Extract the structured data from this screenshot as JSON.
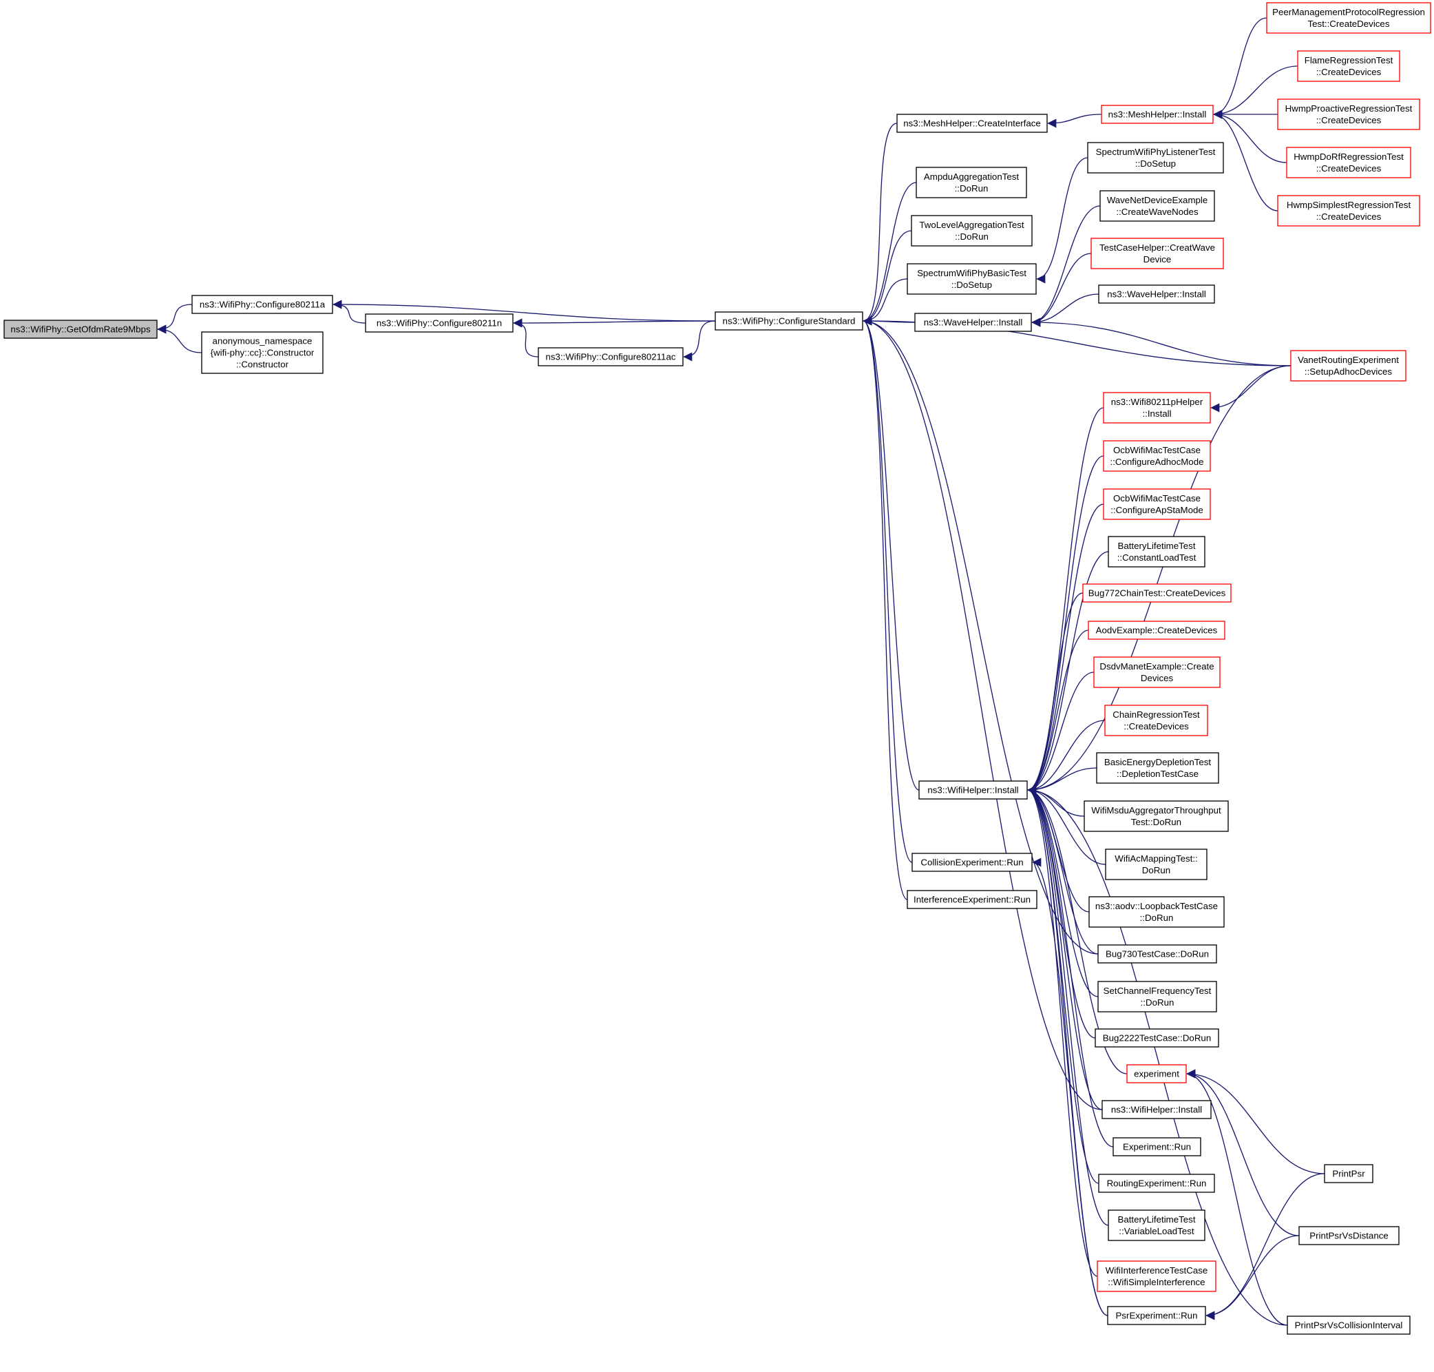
{
  "graph": {
    "edge_color": "#191970",
    "node_border_default": "#000000",
    "node_border_truncated": "#ff0000",
    "root_fill": "#bfbfbf",
    "nodes": {
      "root": {
        "lines": [
          "ns3::WifiPhy::GetOfdmRate9Mbps"
        ],
        "style": "root"
      },
      "c80211a": {
        "lines": [
          "ns3::WifiPhy::Configure80211a"
        ],
        "style": "normal"
      },
      "anon": {
        "lines": [
          "anonymous_namespace",
          "{wifi-phy::cc}::Constructor",
          "::Constructor"
        ],
        "style": "normal"
      },
      "c80211n": {
        "lines": [
          "ns3::WifiPhy::Configure80211n"
        ],
        "style": "normal"
      },
      "c80211ac": {
        "lines": [
          "ns3::WifiPhy::Configure80211ac"
        ],
        "style": "normal"
      },
      "cstd": {
        "lines": [
          "ns3::WifiPhy::ConfigureStandard"
        ],
        "style": "normal"
      },
      "meshci": {
        "lines": [
          "ns3::MeshHelper::CreateInterface"
        ],
        "style": "normal"
      },
      "ampdu": {
        "lines": [
          "AmpduAggregationTest",
          "::DoRun"
        ],
        "style": "normal"
      },
      "twolevel": {
        "lines": [
          "TwoLevelAggregationTest",
          "::DoRun"
        ],
        "style": "normal"
      },
      "spbasic": {
        "lines": [
          "SpectrumWifiPhyBasicTest",
          "::DoSetup"
        ],
        "style": "normal"
      },
      "waveinst": {
        "lines": [
          "ns3::WaveHelper::Install"
        ],
        "style": "normal"
      },
      "wifiinst": {
        "lines": [
          "ns3::WifiHelper::Install"
        ],
        "style": "normal"
      },
      "collexp": {
        "lines": [
          "CollisionExperiment::Run"
        ],
        "style": "normal"
      },
      "interexp": {
        "lines": [
          "InterferenceExperiment::Run"
        ],
        "style": "normal"
      },
      "meshinst": {
        "lines": [
          "ns3::MeshHelper::Install"
        ],
        "style": "truncated"
      },
      "splistener": {
        "lines": [
          "SpectrumWifiPhyListenerTest",
          "::DoSetup"
        ],
        "style": "normal"
      },
      "wavenet": {
        "lines": [
          "WaveNetDeviceExample",
          "::CreateWaveNodes"
        ],
        "style": "normal"
      },
      "tchelper": {
        "lines": [
          "TestCaseHelper::CreatWave",
          "Device"
        ],
        "style": "truncated"
      },
      "wavehinst": {
        "lines": [
          "ns3::WaveHelper::Install"
        ],
        "style": "normal"
      },
      "vanet": {
        "lines": [
          "VanetRoutingExperiment",
          "::SetupAdhocDevices"
        ],
        "style": "truncated"
      },
      "w80211p": {
        "lines": [
          "ns3::Wifi80211pHelper",
          "::Install"
        ],
        "style": "truncated"
      },
      "ocbadhoc": {
        "lines": [
          "OcbWifiMacTestCase",
          "::ConfigureAdhocMode"
        ],
        "style": "truncated"
      },
      "ocbapsta": {
        "lines": [
          "OcbWifiMacTestCase",
          "::ConfigureApStaMode"
        ],
        "style": "truncated"
      },
      "batteryconst": {
        "lines": [
          "BatteryLifetimeTest",
          "::ConstantLoadTest"
        ],
        "style": "normal"
      },
      "bug772": {
        "lines": [
          "Bug772ChainTest::CreateDevices"
        ],
        "style": "truncated"
      },
      "aodvex": {
        "lines": [
          "AodvExample::CreateDevices"
        ],
        "style": "truncated"
      },
      "dsdv": {
        "lines": [
          "DsdvManetExample::Create",
          "Devices"
        ],
        "style": "truncated"
      },
      "chainreg": {
        "lines": [
          "ChainRegressionTest",
          "::CreateDevices"
        ],
        "style": "truncated"
      },
      "basicenergy": {
        "lines": [
          "BasicEnergyDepletionTest",
          "::DepletionTestCase"
        ],
        "style": "normal"
      },
      "msdu": {
        "lines": [
          "WifiMsduAggregatorThroughput",
          "Test::DoRun"
        ],
        "style": "normal"
      },
      "acmap": {
        "lines": [
          "WifiAcMappingTest::",
          "DoRun"
        ],
        "style": "normal"
      },
      "aodvloop": {
        "lines": [
          "ns3::aodv::LoopbackTestCase",
          "::DoRun"
        ],
        "style": "normal"
      },
      "bug730": {
        "lines": [
          "Bug730TestCase::DoRun"
        ],
        "style": "normal"
      },
      "setchan": {
        "lines": [
          "SetChannelFrequencyTest",
          "::DoRun"
        ],
        "style": "normal"
      },
      "bug2222": {
        "lines": [
          "Bug2222TestCase::DoRun"
        ],
        "style": "normal"
      },
      "experiment": {
        "lines": [
          "experiment"
        ],
        "style": "truncated"
      },
      "wifihinst2": {
        "lines": [
          "ns3::WifiHelper::Install"
        ],
        "style": "normal"
      },
      "exprun": {
        "lines": [
          "Experiment::Run"
        ],
        "style": "normal"
      },
      "routingexp": {
        "lines": [
          "RoutingExperiment::Run"
        ],
        "style": "normal"
      },
      "batteryvar": {
        "lines": [
          "BatteryLifetimeTest",
          "::VariableLoadTest"
        ],
        "style": "normal"
      },
      "wifiinterf": {
        "lines": [
          "WifiInterferenceTestCase",
          "::WifiSimpleInterference"
        ],
        "style": "truncated"
      },
      "psrexp": {
        "lines": [
          "PsrExperiment::Run"
        ],
        "style": "normal"
      },
      "peermgmt": {
        "lines": [
          "PeerManagementProtocolRegression",
          "Test::CreateDevices"
        ],
        "style": "truncated"
      },
      "flame": {
        "lines": [
          "FlameRegressionTest",
          "::CreateDevices"
        ],
        "style": "truncated"
      },
      "hwmppro": {
        "lines": [
          "HwmpProactiveRegressionTest",
          "::CreateDevices"
        ],
        "style": "truncated"
      },
      "hwmpdorf": {
        "lines": [
          "HwmpDoRfRegressionTest",
          "::CreateDevices"
        ],
        "style": "truncated"
      },
      "hwmpsimple": {
        "lines": [
          "HwmpSimplestRegressionTest",
          "::CreateDevices"
        ],
        "style": "truncated"
      },
      "printpsr": {
        "lines": [
          "PrintPsr"
        ],
        "style": "normal"
      },
      "printpsrdist": {
        "lines": [
          "PrintPsrVsDistance"
        ],
        "style": "normal"
      },
      "printpsrcoll": {
        "lines": [
          "PrintPsrVsCollisionInterval"
        ],
        "style": "normal"
      }
    },
    "edges": [
      [
        "c80211a",
        "root"
      ],
      [
        "anon",
        "root"
      ],
      [
        "cstd",
        "c80211a"
      ],
      [
        "c80211n",
        "c80211a"
      ],
      [
        "cstd",
        "c80211n"
      ],
      [
        "c80211ac",
        "c80211n"
      ],
      [
        "cstd",
        "c80211ac"
      ],
      [
        "meshci",
        "cstd"
      ],
      [
        "ampdu",
        "cstd"
      ],
      [
        "twolevel",
        "cstd"
      ],
      [
        "spbasic",
        "cstd"
      ],
      [
        "waveinst",
        "cstd"
      ],
      [
        "wifiinst",
        "cstd"
      ],
      [
        "collexp",
        "cstd"
      ],
      [
        "interexp",
        "cstd"
      ],
      [
        "bug730",
        "cstd"
      ],
      [
        "wifihinst2",
        "cstd"
      ],
      [
        "vanet",
        "cstd"
      ],
      [
        "meshinst",
        "meshci"
      ],
      [
        "splistener",
        "spbasic"
      ],
      [
        "wavenet",
        "waveinst"
      ],
      [
        "tchelper",
        "waveinst"
      ],
      [
        "wavehinst",
        "waveinst"
      ],
      [
        "vanet",
        "waveinst"
      ],
      [
        "peermgmt",
        "meshinst"
      ],
      [
        "flame",
        "meshinst"
      ],
      [
        "hwmppro",
        "meshinst"
      ],
      [
        "hwmpdorf",
        "meshinst"
      ],
      [
        "hwmpsimple",
        "meshinst"
      ],
      [
        "vanet",
        "w80211p"
      ],
      [
        "w80211p",
        "wifiinst"
      ],
      [
        "ocbadhoc",
        "wifiinst"
      ],
      [
        "ocbapsta",
        "wifiinst"
      ],
      [
        "batteryconst",
        "wifiinst"
      ],
      [
        "bug772",
        "wifiinst"
      ],
      [
        "aodvex",
        "wifiinst"
      ],
      [
        "dsdv",
        "wifiinst"
      ],
      [
        "chainreg",
        "wifiinst"
      ],
      [
        "basicenergy",
        "wifiinst"
      ],
      [
        "msdu",
        "wifiinst"
      ],
      [
        "acmap",
        "wifiinst"
      ],
      [
        "aodvloop",
        "wifiinst"
      ],
      [
        "bug730",
        "wifiinst"
      ],
      [
        "setchan",
        "wifiinst"
      ],
      [
        "bug2222",
        "wifiinst"
      ],
      [
        "experiment",
        "wifiinst"
      ],
      [
        "wifihinst2",
        "wifiinst"
      ],
      [
        "exprun",
        "wifiinst"
      ],
      [
        "routingexp",
        "wifiinst"
      ],
      [
        "batteryvar",
        "wifiinst"
      ],
      [
        "wifiinterf",
        "wifiinst"
      ],
      [
        "psrexp",
        "wifiinst"
      ],
      [
        "vanet",
        "wifiinst"
      ],
      [
        "printpsrcoll",
        "wifiinst"
      ],
      [
        "psrexp",
        "collexp"
      ],
      [
        "printpsr",
        "experiment"
      ],
      [
        "printpsrdist",
        "experiment"
      ],
      [
        "printpsrcoll",
        "experiment"
      ],
      [
        "printpsr",
        "psrexp"
      ],
      [
        "printpsrdist",
        "psrexp"
      ]
    ]
  }
}
